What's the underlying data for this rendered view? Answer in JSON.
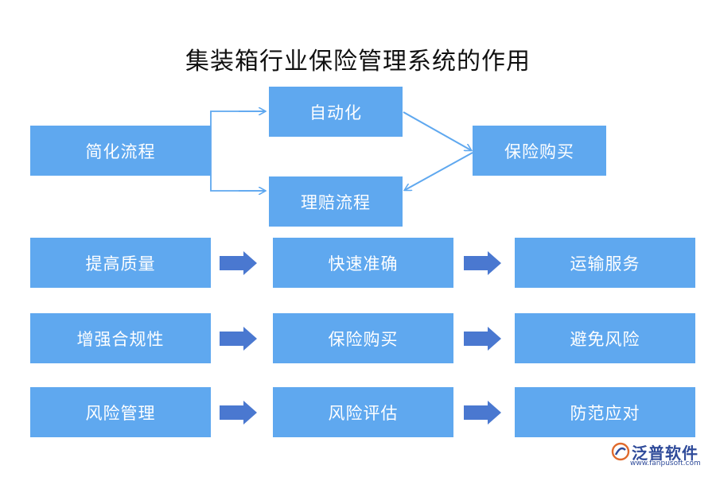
{
  "title": "集装箱行业保险管理系统的作用",
  "top_flow": {
    "start": "简化流程",
    "upper": "自动化",
    "lower": "理赔流程",
    "end": "保险购买"
  },
  "rows": [
    {
      "left": "提高质量",
      "middle": "快速准确",
      "right": "运输服务"
    },
    {
      "left": "增强合规性",
      "middle": "保险购买",
      "right": "避免风险"
    },
    {
      "left": "风险管理",
      "middle": "风险评估",
      "right": "防范应对"
    }
  ],
  "logo": {
    "name": "泛普软件",
    "url": "www.fanpusoft.com"
  },
  "colors": {
    "box": "#5fa8ef",
    "arrow": "#4a78d0",
    "connector": "#5fa8ef"
  }
}
